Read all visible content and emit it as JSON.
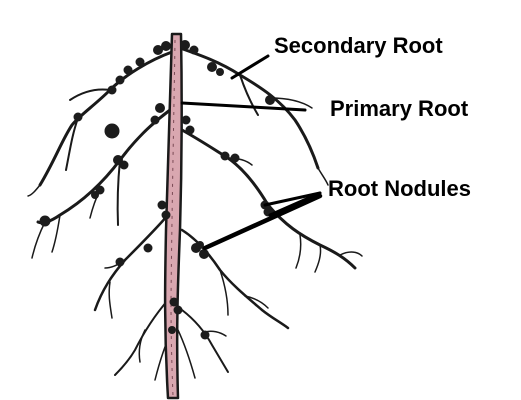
{
  "labels": {
    "secondary_root": "Secondary Root",
    "primary_root": "Primary Root",
    "root_nodules": "Root Nodules"
  },
  "colors": {
    "root_outline": "#1a1a1a",
    "primary_root_fill": "#d9a7b0",
    "nodule": "#1c1c1c",
    "background": "#ffffff",
    "text": "#000000"
  }
}
